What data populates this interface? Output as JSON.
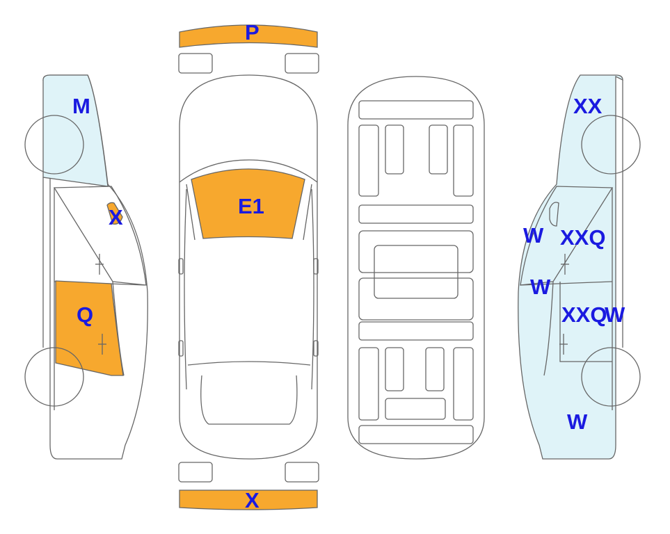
{
  "colors": {
    "damage_orange": "#f7a82e",
    "damage_blue": "#dff3f8",
    "label_blue": "#1a1ae0",
    "outline": "#666666"
  },
  "labels": {
    "front_bumper": "P",
    "rear_bumper": "X",
    "windshield": "E1",
    "left_fender": "M",
    "left_mirror": "X",
    "left_rear_door": "Q",
    "right_rear_quarter": "XX",
    "right_mirror": "W",
    "right_rear_door": "XXQ",
    "right_sill_front": "W",
    "right_front_door": "XXQ",
    "right_front_door_edge": "W",
    "right_front_fender": "W"
  }
}
